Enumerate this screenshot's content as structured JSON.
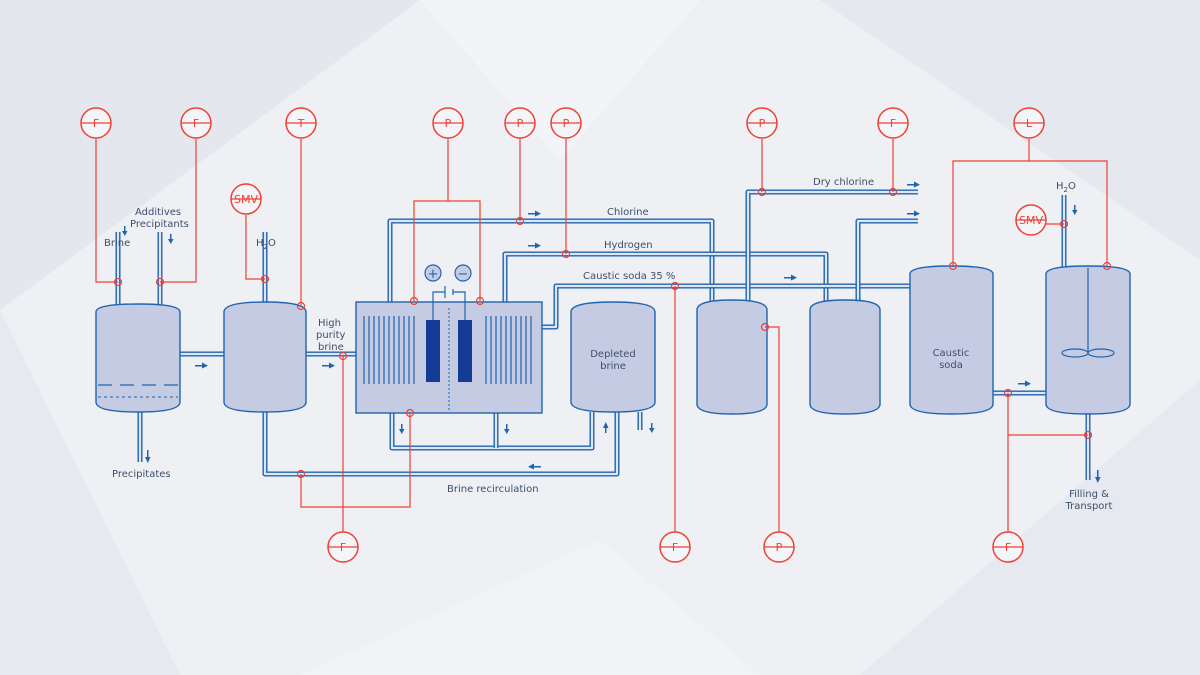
{
  "labels": {
    "brine": "Brine",
    "additives": "Additives",
    "precipitants": "Precipitants",
    "h2o_left": "H2O",
    "high": "High",
    "purity": "purity",
    "brine2": "brine",
    "chlorine": "Chlorine",
    "hydrogen": "Hydrogen",
    "caustic35": "Caustic soda 35 %",
    "dry_chlorine": "Dry chlorine",
    "h2o_right": "H2O",
    "depleted": "Depleted",
    "depleted_brine": "brine",
    "caustic": "Caustic",
    "soda": "soda",
    "precipitates": "Precipitates",
    "brine_recirculation": "Brine recirculation",
    "filling": "Filling &",
    "transport": "Transport"
  },
  "instruments": [
    {
      "letter": "F"
    },
    {
      "letter": "F"
    },
    {
      "letter": "T"
    },
    {
      "letter": "P"
    },
    {
      "letter": "P"
    },
    {
      "letter": "P"
    },
    {
      "letter": "P"
    },
    {
      "letter": "F"
    },
    {
      "letter": "L"
    },
    {
      "letter": "SMV"
    },
    {
      "letter": "SMV"
    },
    {
      "letter": "F"
    },
    {
      "letter": "F"
    },
    {
      "letter": "P"
    },
    {
      "letter": "F"
    }
  ],
  "cell_terminals": {
    "plus": "+",
    "minus": "−"
  },
  "colors": {
    "process": "#1f64b0",
    "instrument": "#ef4136",
    "vessel_fill": "#c5cbe2",
    "background": "#eef0f4"
  }
}
